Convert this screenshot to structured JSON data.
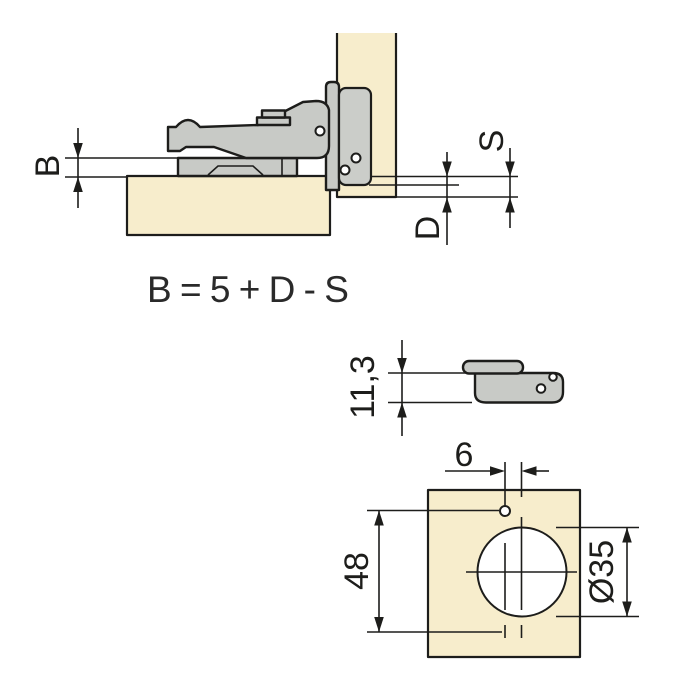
{
  "cross_section": {
    "dim_b": "B",
    "dim_d": "D",
    "dim_s": "S",
    "formula": "B = 5 + D - S"
  },
  "plate_side_view": {
    "dim_height": "11,3"
  },
  "drilling_pattern": {
    "dim_offset": "6",
    "dim_row_spacing": "48",
    "dim_cup_diameter": "Ø35"
  },
  "colors": {
    "background": "#ffffff",
    "panel_fill": "#f7edcc",
    "metal_fill": "#c8cac6",
    "metal_fill_light": "#cbcdc9",
    "line": "#1d1d1b"
  }
}
